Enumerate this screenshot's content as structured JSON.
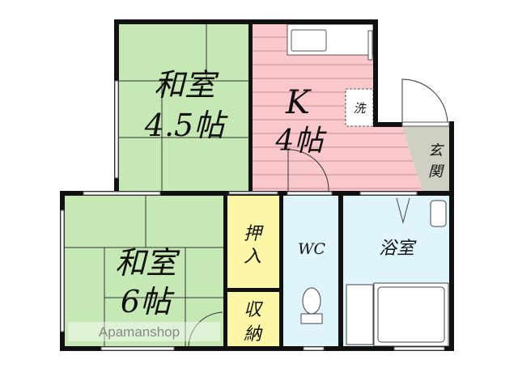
{
  "rooms": {
    "washitsu_small": {
      "name": "和室",
      "size": "4.5帖"
    },
    "kitchen": {
      "name": "K",
      "size": "4帖",
      "washer": "洗"
    },
    "genkan": {
      "line1": "玄",
      "line2": "関"
    },
    "washitsu_large": {
      "name": "和室",
      "size": "6帖"
    },
    "oshiire": {
      "line1": "押",
      "line2": "入"
    },
    "shuno": {
      "line1": "収",
      "line2": "納"
    },
    "wc": {
      "name": "WC"
    },
    "bath": {
      "name": "浴室"
    }
  },
  "watermark": "Apamanshop",
  "colors": {
    "tatami": "#c6e8b4",
    "kitchen": "#f8c8cc",
    "closet": "#fbf7a6",
    "water": "#e0f4fc",
    "genkan": "#cfcfc4",
    "wall": "#111111"
  }
}
